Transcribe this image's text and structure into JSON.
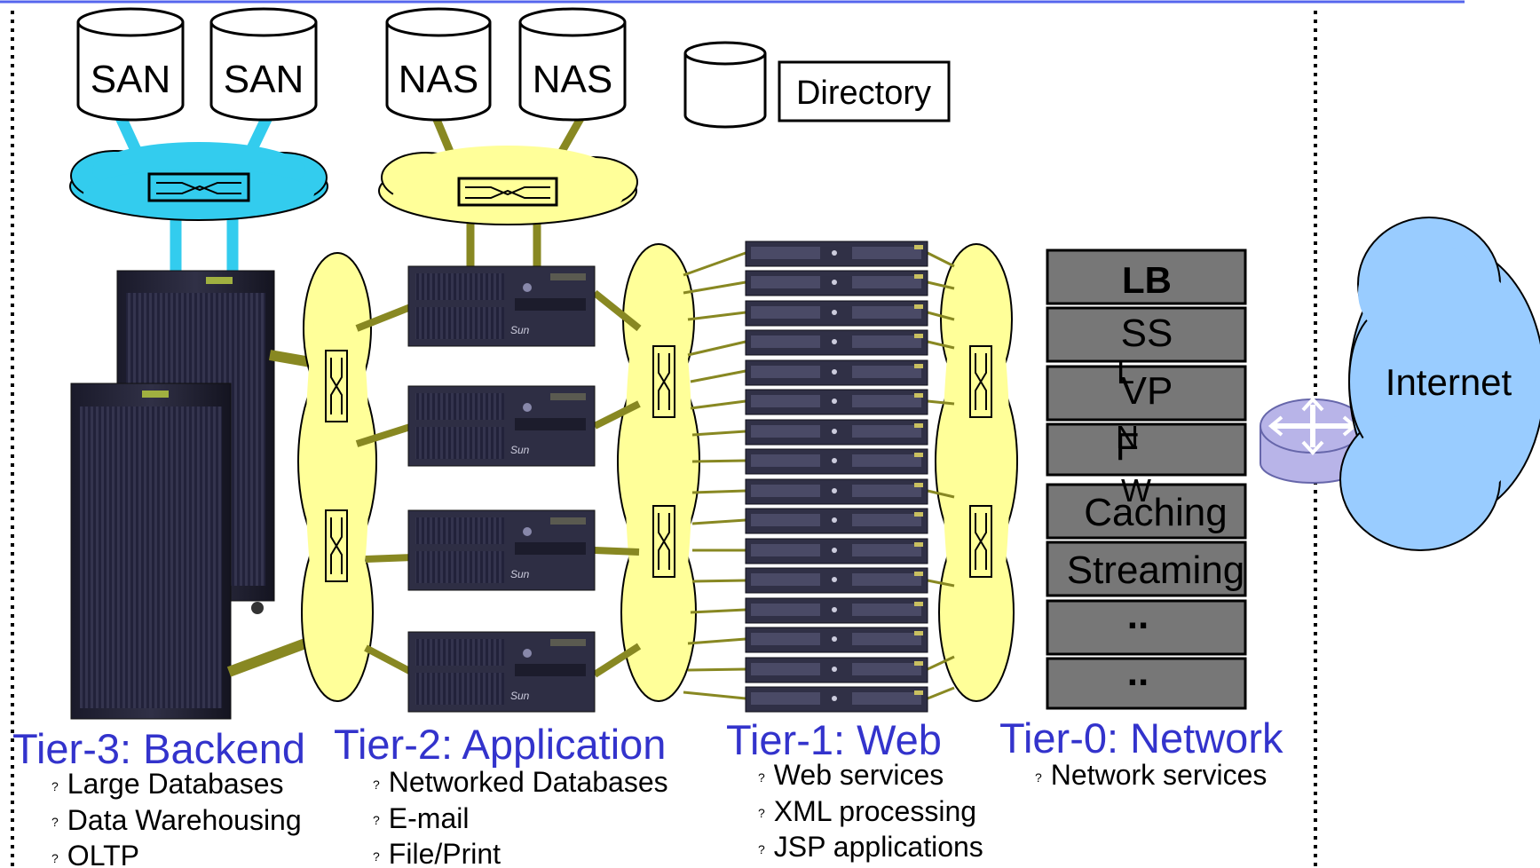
{
  "storage": {
    "san_labels": [
      "SAN",
      "SAN"
    ],
    "nas_labels": [
      "NAS",
      "NAS"
    ],
    "directory_label": "Directory"
  },
  "network_services": {
    "boxes": [
      "LB",
      "SS",
      "VP",
      "F",
      "Caching",
      "Streaming",
      "..",
      ".."
    ],
    "overlap_glyphs": [
      "L",
      "N",
      "W"
    ]
  },
  "internet": {
    "label": "Internet"
  },
  "tiers": [
    {
      "title": "Tier-3: Backend",
      "bullets": [
        "Large Databases",
        "Data Warehousing",
        "OLTP"
      ]
    },
    {
      "title": "Tier-2: Application",
      "bullets": [
        "Networked Databases",
        "E-mail",
        "File/Print"
      ]
    },
    {
      "title": "Tier-1: Web",
      "bullets": [
        "Web services",
        "XML processing",
        "JSP applications"
      ]
    },
    {
      "title": "Tier-0: Network",
      "bullets": [
        "Network services"
      ]
    }
  ],
  "bullet_glyph": "?",
  "colors": {
    "title_blue": "#3333cc",
    "san_cloud": "#33ccee",
    "nas_cloud": "#ffff99",
    "internet_cloud": "#99ccff",
    "link_olive": "#888822",
    "service_box": "#777777",
    "router": "#b8b4e8"
  }
}
